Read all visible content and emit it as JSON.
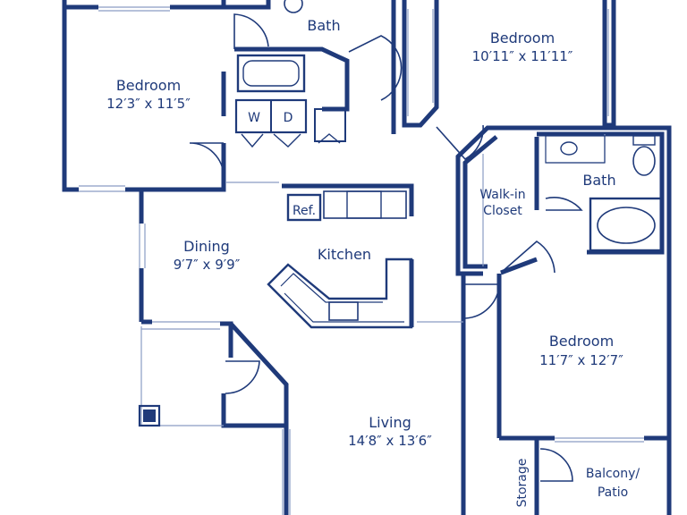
{
  "colors": {
    "wall": "#1f3a7a",
    "thin": "#8a9cc4",
    "text": "#1f3a7a",
    "background": "#ffffff"
  },
  "rooms": {
    "bath_top": {
      "name": "Bath"
    },
    "bedroom_left": {
      "name": "Bedroom",
      "dims": "12′3″ x 11′5″"
    },
    "bedroom_top": {
      "name": "Bedroom",
      "dims": "10′11″ x 11′11″"
    },
    "walkin": {
      "name_line1": "Walk-in",
      "name_line2": "Closet"
    },
    "bath_right": {
      "name": "Bath"
    },
    "dining": {
      "name": "Dining",
      "dims": "9′7″ x 9′9″"
    },
    "kitchen": {
      "name": "Kitchen"
    },
    "bedroom_right": {
      "name": "Bedroom",
      "dims": "11′7″ x 12′7″"
    },
    "living": {
      "name": "Living",
      "dims": "14′8″ x 13′6″"
    },
    "storage": {
      "name": "Storage"
    },
    "balcony": {
      "name_line1": "Balcony/",
      "name_line2": "Patio"
    }
  },
  "fixtures": {
    "washer": "W",
    "dryer": "D",
    "refrigerator": "Ref."
  }
}
